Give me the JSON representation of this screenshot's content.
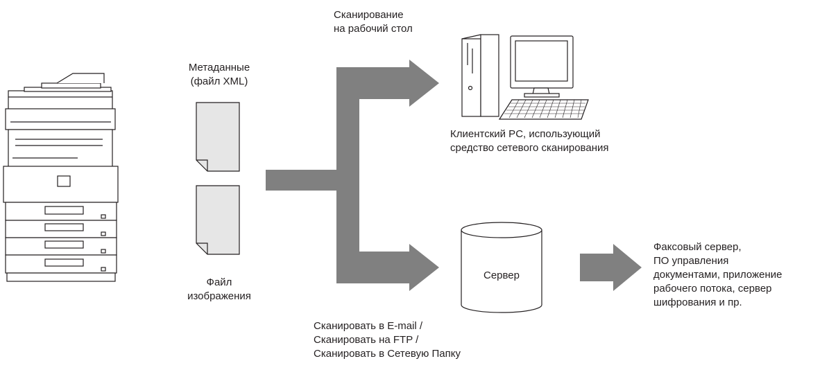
{
  "labels": {
    "metadata": [
      "Метаданные",
      "(файл XML)"
    ],
    "image_file": [
      "Файл",
      "изображения"
    ],
    "scan_to_desktop": [
      "Сканирование",
      "на рабочий стол"
    ],
    "client_pc": [
      "Клиентский PC, использующий",
      "средство сетевого сканирования"
    ],
    "server": "Сервер",
    "scan_methods": [
      "Сканировать в E-mail /",
      "Сканировать на FTP /",
      "Сканировать в Сетевую Папку"
    ],
    "downstream": [
      "Факсовый сервер,",
      "ПО управления",
      "документами, приложение",
      "рабочего потока, сервер",
      "шифрования и пр."
    ]
  },
  "colors": {
    "arrow": "#808080",
    "stroke": "#231f20",
    "device_fill": "#ffffff",
    "document_fill": "#e6e6e6"
  },
  "icons": {
    "mfp": "multifunction-printer-icon",
    "document": "document-icon",
    "computer": "desktop-computer-icon",
    "server": "server-cylinder-icon"
  }
}
